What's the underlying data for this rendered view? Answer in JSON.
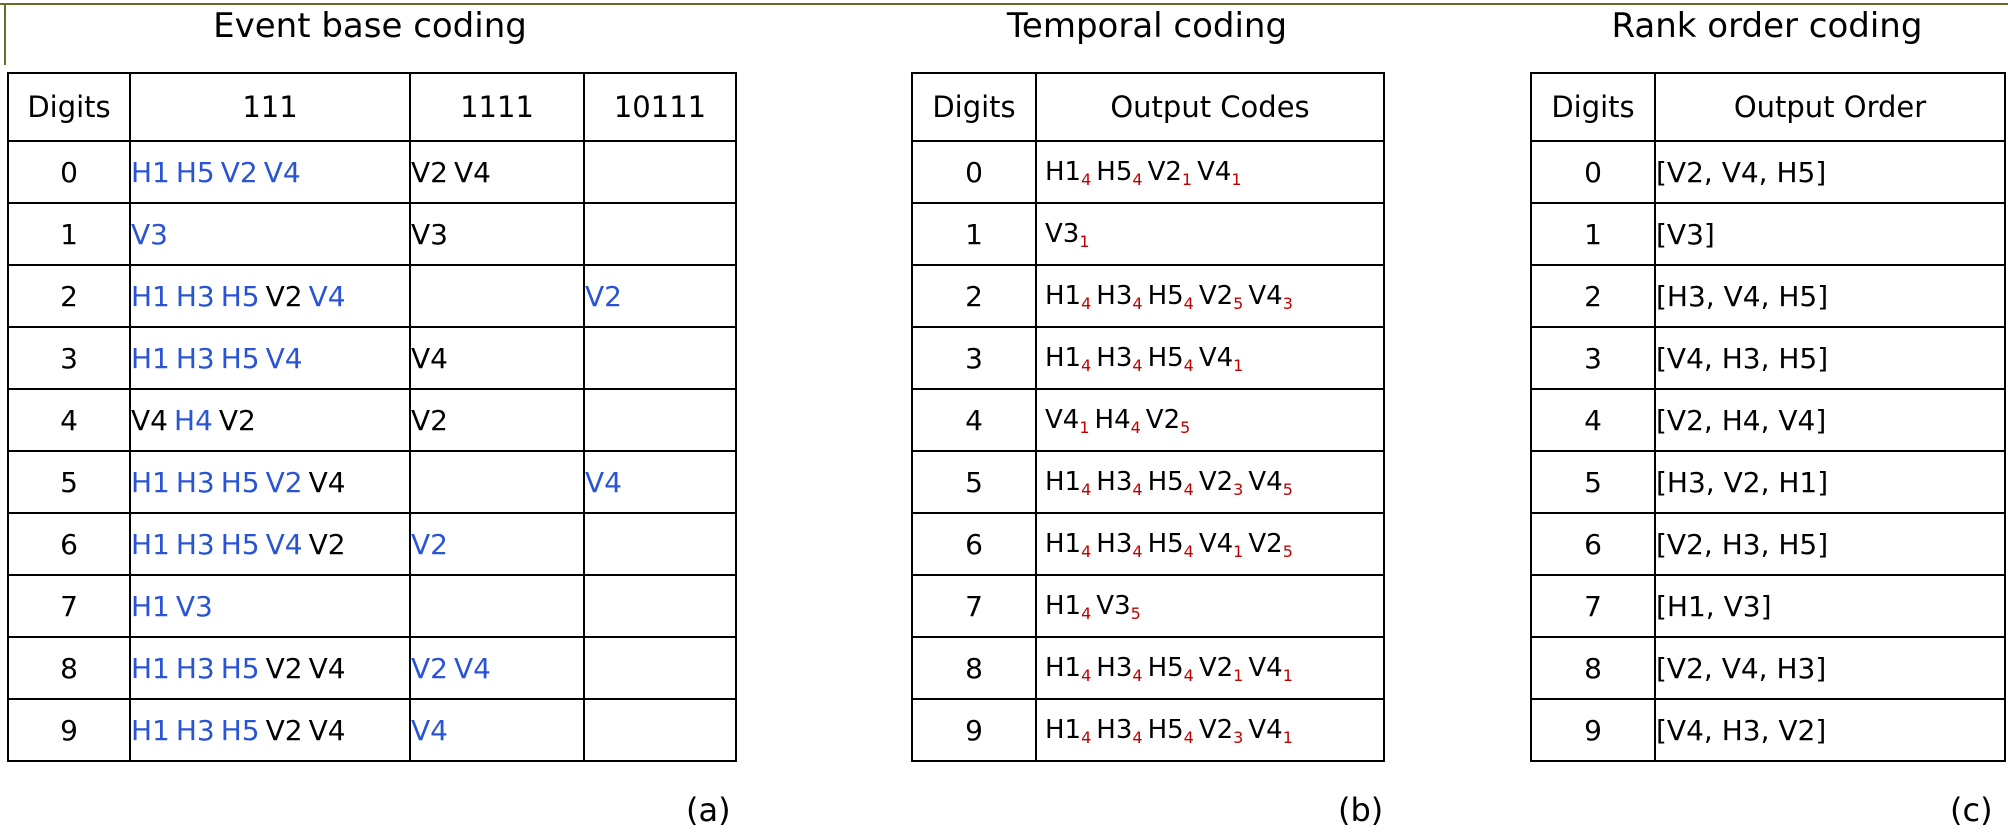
{
  "figure": {
    "colors": {
      "blue_token": "#2a54d6",
      "red_subscript": "#c00000",
      "text": "#000000",
      "border": "#000000",
      "slide_rule": "#6b6b23"
    }
  },
  "panels": {
    "a": {
      "title": "Event base coding",
      "caption": "(a)",
      "headers": [
        "Digits",
        "111",
        "1111",
        "10111"
      ],
      "rows": [
        {
          "digit": "0",
          "c111": [
            {
              "t": "H1",
              "color": "blue"
            },
            {
              "t": "H5",
              "color": "blue"
            },
            {
              "t": "V2",
              "color": "blue"
            },
            {
              "t": "V4",
              "color": "blue"
            }
          ],
          "c1111": [
            {
              "t": "V2",
              "color": "black"
            },
            {
              "t": "V4",
              "color": "black"
            }
          ],
          "c10111": []
        },
        {
          "digit": "1",
          "c111": [
            {
              "t": "V3",
              "color": "blue"
            }
          ],
          "c1111": [
            {
              "t": "V3",
              "color": "black"
            }
          ],
          "c10111": []
        },
        {
          "digit": "2",
          "c111": [
            {
              "t": "H1",
              "color": "blue"
            },
            {
              "t": "H3",
              "color": "blue"
            },
            {
              "t": "H5",
              "color": "blue"
            },
            {
              "t": "V2",
              "color": "black"
            },
            {
              "t": "V4",
              "color": "blue"
            }
          ],
          "c1111": [],
          "c10111": [
            {
              "t": "V2",
              "color": "blue"
            }
          ]
        },
        {
          "digit": "3",
          "c111": [
            {
              "t": "H1",
              "color": "blue"
            },
            {
              "t": "H3",
              "color": "blue"
            },
            {
              "t": "H5",
              "color": "blue"
            },
            {
              "t": "V4",
              "color": "blue"
            }
          ],
          "c1111": [
            {
              "t": "V4",
              "color": "black"
            }
          ],
          "c10111": []
        },
        {
          "digit": "4",
          "c111": [
            {
              "t": "V4",
              "color": "black"
            },
            {
              "t": "H4",
              "color": "blue"
            },
            {
              "t": "V2",
              "color": "black"
            }
          ],
          "c1111": [
            {
              "t": "V2",
              "color": "black"
            }
          ],
          "c10111": []
        },
        {
          "digit": "5",
          "c111": [
            {
              "t": "H1",
              "color": "blue"
            },
            {
              "t": "H3",
              "color": "blue"
            },
            {
              "t": "H5",
              "color": "blue"
            },
            {
              "t": "V2",
              "color": "blue"
            },
            {
              "t": "V4",
              "color": "black"
            }
          ],
          "c1111": [],
          "c10111": [
            {
              "t": "V4",
              "color": "blue"
            }
          ]
        },
        {
          "digit": "6",
          "c111": [
            {
              "t": "H1",
              "color": "blue"
            },
            {
              "t": "H3",
              "color": "blue"
            },
            {
              "t": "H5",
              "color": "blue"
            },
            {
              "t": "V4",
              "color": "blue"
            },
            {
              "t": "V2",
              "color": "black"
            }
          ],
          "c1111": [
            {
              "t": "V2",
              "color": "blue"
            }
          ],
          "c10111": []
        },
        {
          "digit": "7",
          "c111": [
            {
              "t": "H1",
              "color": "blue"
            },
            {
              "t": "V3",
              "color": "blue"
            }
          ],
          "c1111": [],
          "c10111": []
        },
        {
          "digit": "8",
          "c111": [
            {
              "t": "H1",
              "color": "blue"
            },
            {
              "t": "H3",
              "color": "blue"
            },
            {
              "t": "H5",
              "color": "blue"
            },
            {
              "t": "V2",
              "color": "black"
            },
            {
              "t": "V4",
              "color": "black"
            }
          ],
          "c1111": [
            {
              "t": "V2",
              "color": "blue"
            },
            {
              "t": "V4",
              "color": "blue"
            }
          ],
          "c10111": []
        },
        {
          "digit": "9",
          "c111": [
            {
              "t": "H1",
              "color": "blue"
            },
            {
              "t": "H3",
              "color": "blue"
            },
            {
              "t": "H5",
              "color": "blue"
            },
            {
              "t": "V2",
              "color": "black"
            },
            {
              "t": "V4",
              "color": "black"
            }
          ],
          "c1111": [
            {
              "t": "V4",
              "color": "blue"
            }
          ],
          "c10111": []
        }
      ]
    },
    "b": {
      "title": "Temporal coding",
      "caption": "(b)",
      "headers": [
        "Digits",
        "Output Codes"
      ],
      "rows": [
        {
          "digit": "0",
          "codes": [
            {
              "t": "H1",
              "sub": "4"
            },
            {
              "t": "H5",
              "sub": "4"
            },
            {
              "t": "V2",
              "sub": "1"
            },
            {
              "t": "V4",
              "sub": "1"
            }
          ]
        },
        {
          "digit": "1",
          "codes": [
            {
              "t": "V3",
              "sub": "1"
            }
          ]
        },
        {
          "digit": "2",
          "codes": [
            {
              "t": "H1",
              "sub": "4"
            },
            {
              "t": "H3",
              "sub": "4"
            },
            {
              "t": "H5",
              "sub": "4"
            },
            {
              "t": "V2",
              "sub": "5"
            },
            {
              "t": "V4",
              "sub": "3"
            }
          ]
        },
        {
          "digit": "3",
          "codes": [
            {
              "t": "H1",
              "sub": "4"
            },
            {
              "t": "H3",
              "sub": "4"
            },
            {
              "t": "H5",
              "sub": "4"
            },
            {
              "t": "V4",
              "sub": "1"
            }
          ]
        },
        {
          "digit": "4",
          "codes": [
            {
              "t": "V4",
              "sub": "1"
            },
            {
              "t": "H4",
              "sub": "4"
            },
            {
              "t": "V2",
              "sub": "5"
            }
          ]
        },
        {
          "digit": "5",
          "codes": [
            {
              "t": "H1",
              "sub": "4"
            },
            {
              "t": "H3",
              "sub": "4"
            },
            {
              "t": "H5",
              "sub": "4"
            },
            {
              "t": "V2",
              "sub": "3"
            },
            {
              "t": "V4",
              "sub": "5"
            }
          ]
        },
        {
          "digit": "6",
          "codes": [
            {
              "t": "H1",
              "sub": "4"
            },
            {
              "t": "H3",
              "sub": "4"
            },
            {
              "t": "H5",
              "sub": "4"
            },
            {
              "t": "V4",
              "sub": "1"
            },
            {
              "t": "V2",
              "sub": "5"
            }
          ]
        },
        {
          "digit": "7",
          "codes": [
            {
              "t": "H1",
              "sub": "4"
            },
            {
              "t": "V3",
              "sub": "5"
            }
          ]
        },
        {
          "digit": "8",
          "codes": [
            {
              "t": "H1",
              "sub": "4"
            },
            {
              "t": "H3",
              "sub": "4"
            },
            {
              "t": "H5",
              "sub": "4"
            },
            {
              "t": "V2",
              "sub": "1"
            },
            {
              "t": "V4",
              "sub": "1"
            }
          ]
        },
        {
          "digit": "9",
          "codes": [
            {
              "t": "H1",
              "sub": "4"
            },
            {
              "t": "H3",
              "sub": "4"
            },
            {
              "t": "H5",
              "sub": "4"
            },
            {
              "t": "V2",
              "sub": "3"
            },
            {
              "t": "V4",
              "sub": "1"
            }
          ]
        }
      ]
    },
    "c": {
      "title": "Rank order coding",
      "caption": "(c)",
      "headers": [
        "Digits",
        "Output Order"
      ],
      "rows": [
        {
          "digit": "0",
          "order": "[V2, V4, H5]"
        },
        {
          "digit": "1",
          "order": "[V3]"
        },
        {
          "digit": "2",
          "order": "[H3, V4, H5]"
        },
        {
          "digit": "3",
          "order": "[V4, H3, H5]"
        },
        {
          "digit": "4",
          "order": "[V2, H4, V4]"
        },
        {
          "digit": "5",
          "order": "[H3, V2, H1]"
        },
        {
          "digit": "6",
          "order": "[V2, H3, H5]"
        },
        {
          "digit": "7",
          "order": "[H1, V3]"
        },
        {
          "digit": "8",
          "order": "[V2, V4, H3]"
        },
        {
          "digit": "9",
          "order": "[V4, H3, V2]"
        }
      ]
    }
  }
}
